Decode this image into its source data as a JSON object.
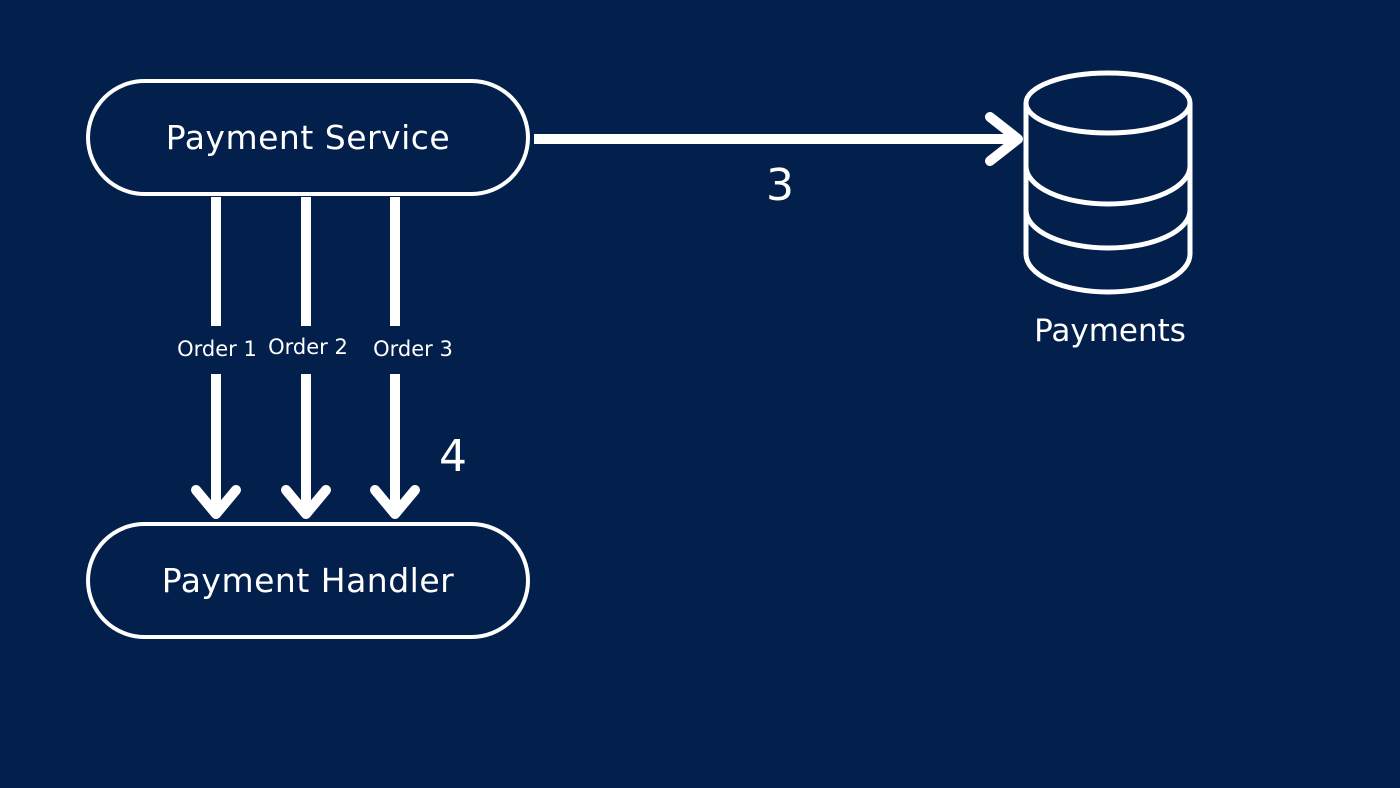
{
  "diagram": {
    "nodes": {
      "payment_service": "Payment Service",
      "payment_handler": "Payment Handler",
      "payments_db": "Payments"
    },
    "edges": {
      "order_1": "Order 1",
      "order_2": "Order 2",
      "order_3": "Order 3"
    },
    "steps": {
      "step_3": "3",
      "step_4": "4"
    },
    "colors": {
      "background": "#03204c",
      "foreground": "#ffffff"
    }
  }
}
